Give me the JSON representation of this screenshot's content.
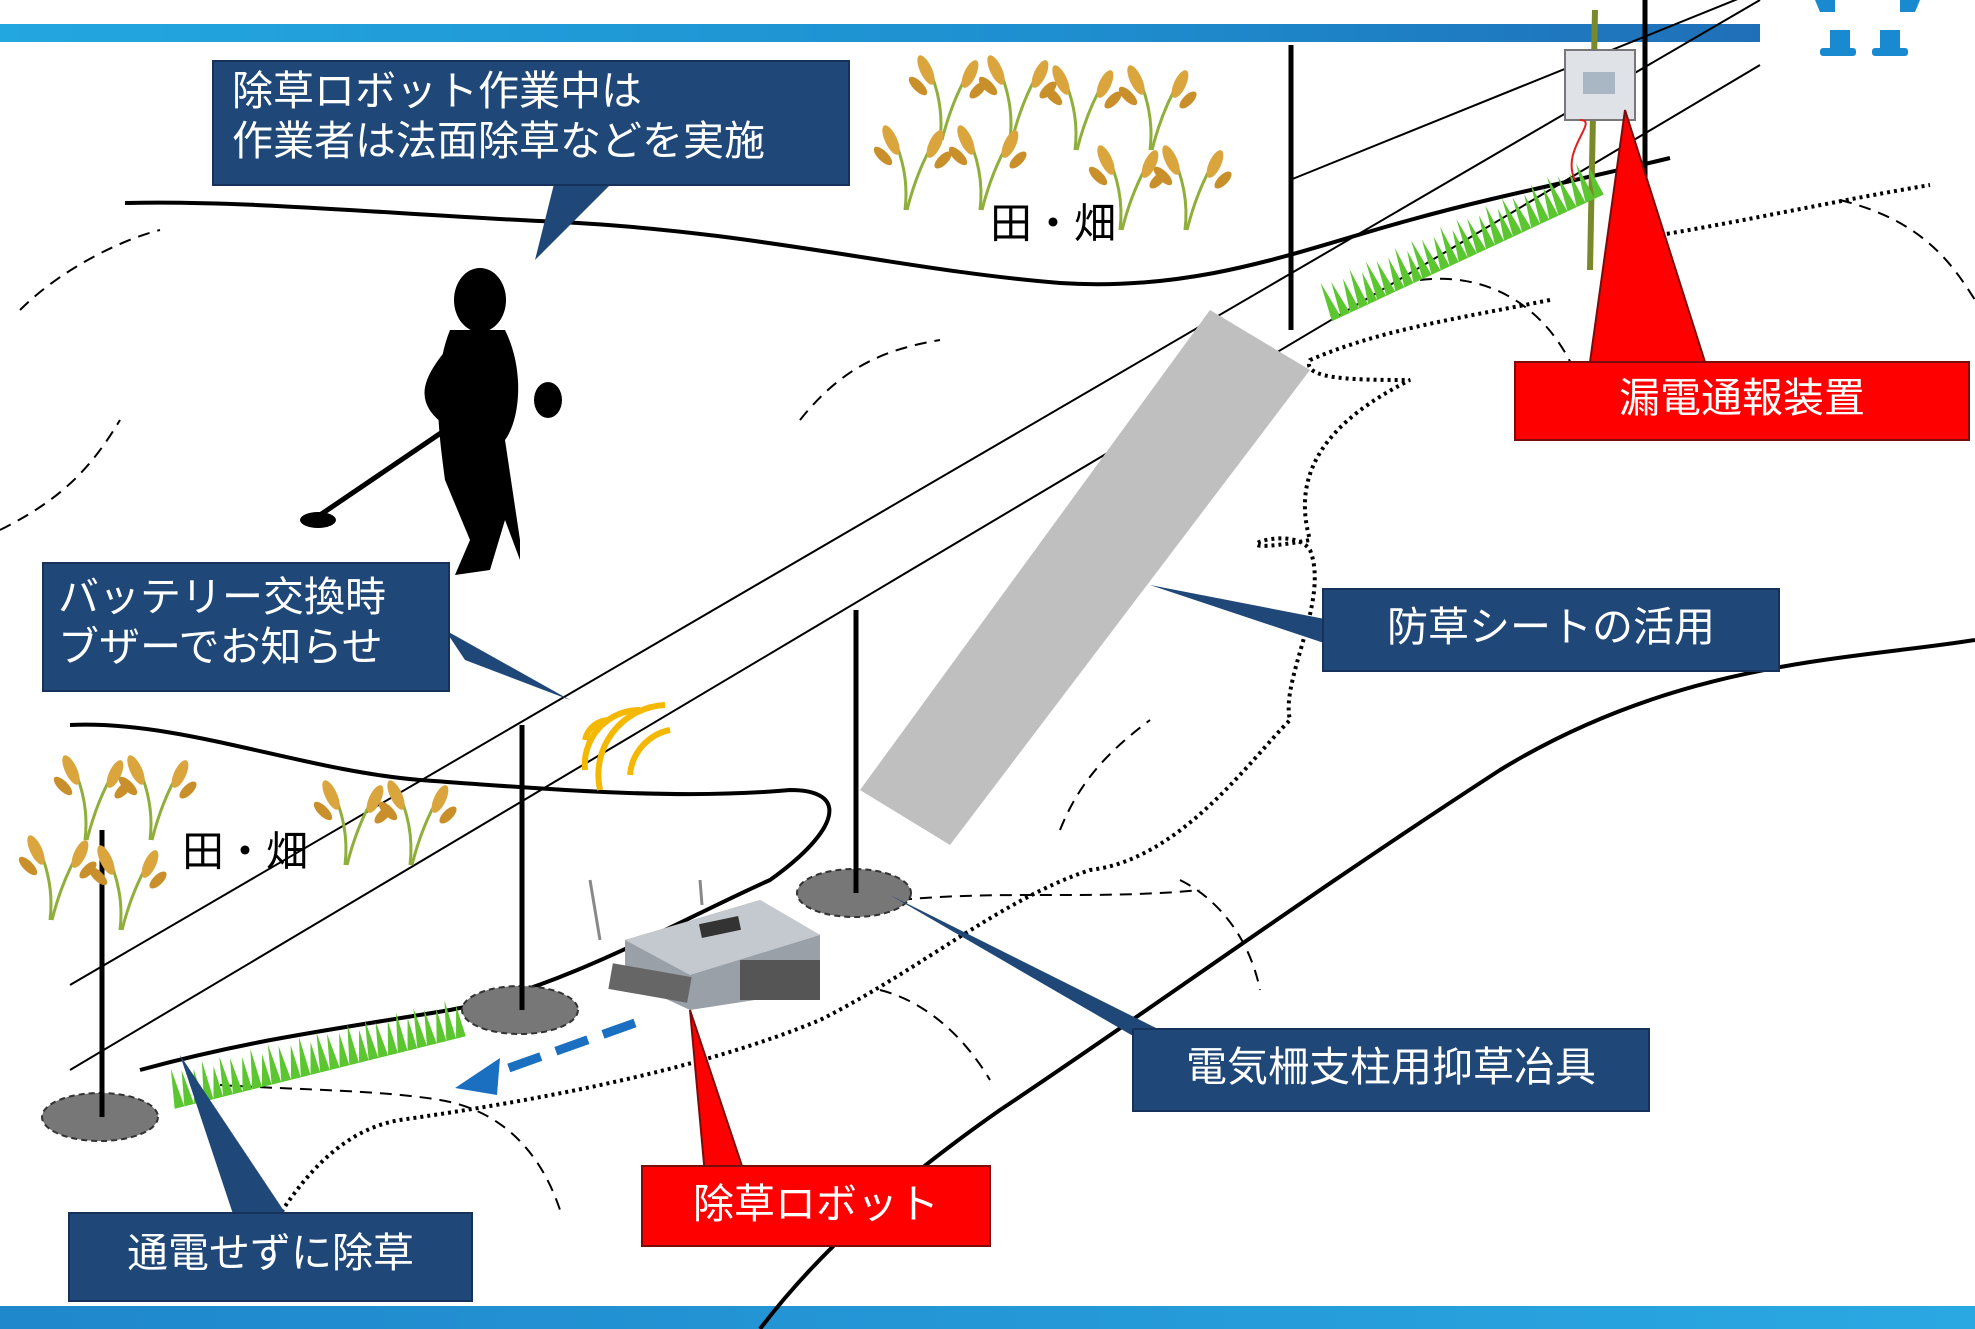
{
  "labels": {
    "worker_note_line1": "除草ロボット作業中は",
    "worker_note_line2": "作業者は法面除草などを実施",
    "battery_note_line1": "バッテリー交換時",
    "battery_note_line2": "ブザーでお知らせ",
    "leakage_device": "漏電通報装置",
    "weed_sheet": "防草シートの活用",
    "post_jig": "電気柵支柱用抑草冶具",
    "robot": "除草ロボット",
    "no_current_weeding": "通電せずに除草",
    "field_top": "田・畑",
    "field_left": "田・畑"
  },
  "colors": {
    "label_blue": "#1f4777",
    "label_red": "#ff0000",
    "sheet_gray": "#bfbfbf",
    "arrow_blue": "#1a6fc0",
    "buzzer": "#f5b800",
    "grass": "#5cc630"
  },
  "icons": [
    "person-mowing-icon",
    "rice-plant-icon",
    "buzzer-waves-icon",
    "robot-icon",
    "leakage-device-icon",
    "logo-icon"
  ]
}
